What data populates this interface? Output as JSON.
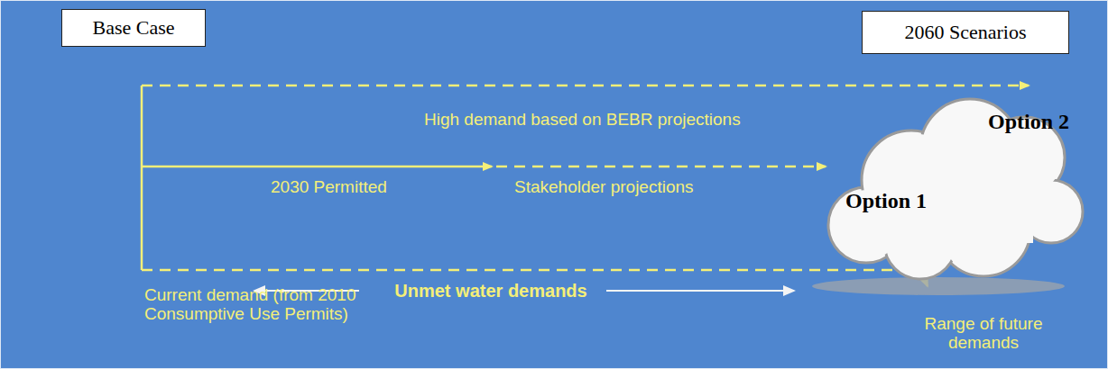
{
  "diagram": {
    "nodes": [
      {
        "text": [
          "Base Case"
        ]
      },
      {
        "text": [
          "2060 Scenarios"
        ]
      },
      {
        "text": [
          "Option 2",
          "Option 1"
        ]
      }
    ],
    "labels": [
      "High demand based on BEBR projections",
      "2030 Permitted",
      "Stakeholder projections",
      "Current demand (from 2010 Consumptive Use Permits)",
      "Unmet water demands",
      "Range of future demands"
    ]
  }
}
